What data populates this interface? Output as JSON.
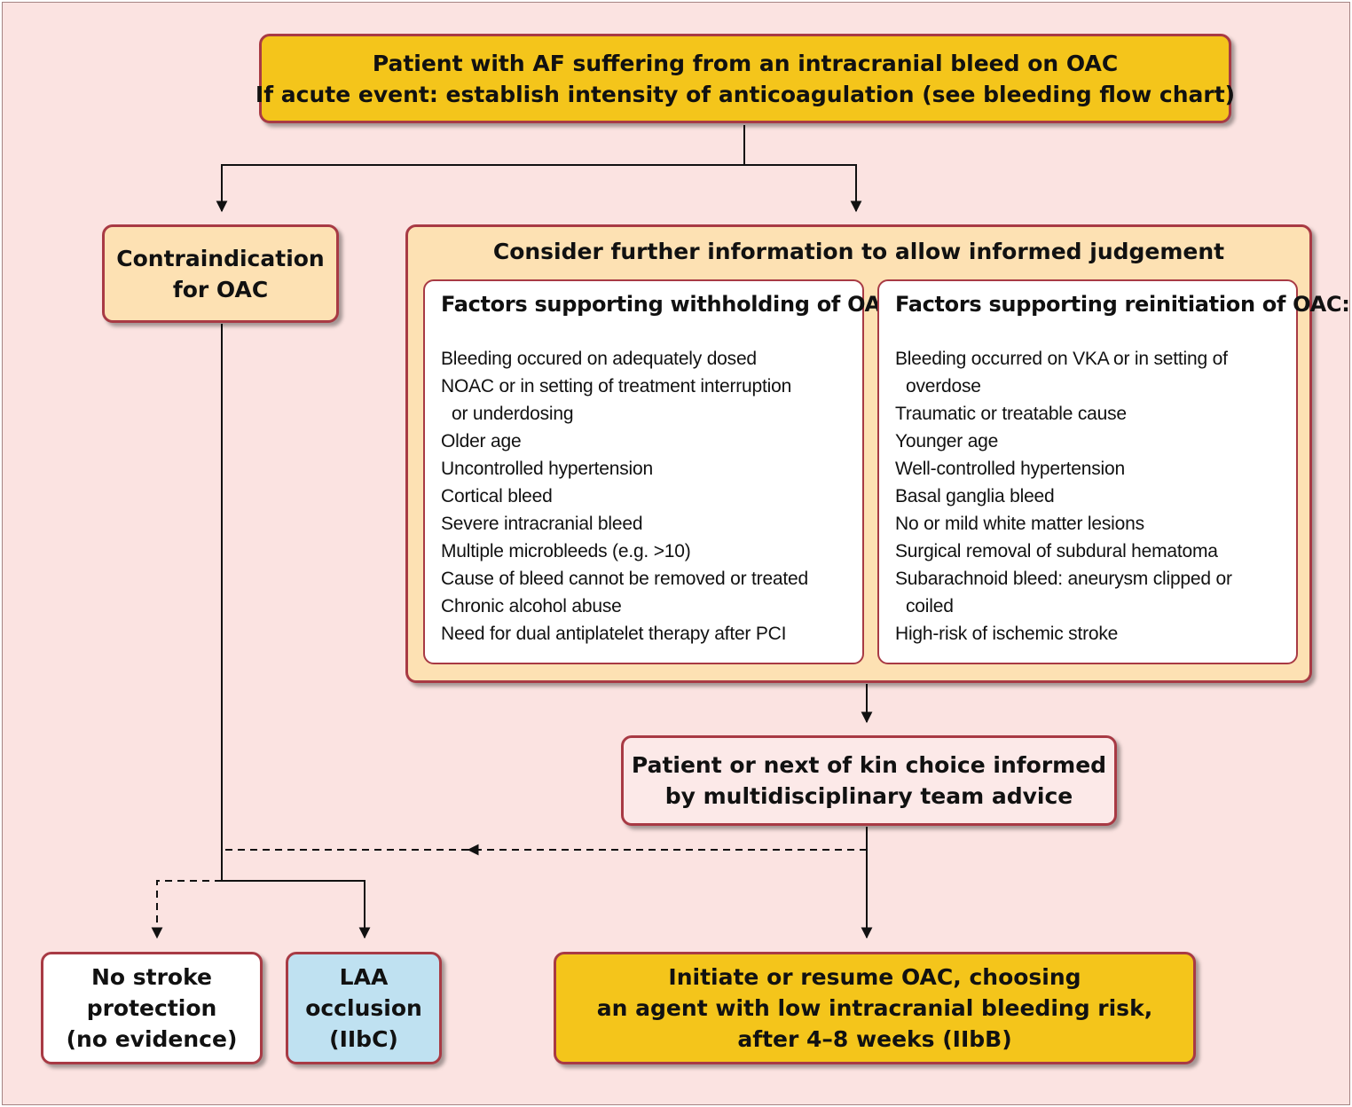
{
  "flow": {
    "top": {
      "line1": "Patient with AF suffering from an intracranial bleed on OAC",
      "line2": "If acute event: establish intensity of anticoagulation (see bleeding flow chart)"
    },
    "contraindication": {
      "line1": "Contraindication",
      "line2": "for OAC"
    },
    "consider": {
      "title": "Consider further information to allow informed judgement",
      "withholding": {
        "heading": "Factors supporting withholding of OAC:",
        "items": [
          "Bleeding occured on adequately dosed",
          "NOAC or in setting of treatment interruption",
          "or underdosing",
          "Older age",
          "Uncontrolled hypertension",
          "Cortical bleed",
          "Severe intracranial bleed",
          "Multiple microbleeds (e.g. >10)",
          "Cause of bleed cannot be removed or treated",
          "Chronic alcohol abuse",
          "Need for dual antiplatelet therapy after PCI"
        ]
      },
      "reinitiation": {
        "heading": "Factors supporting reinitiation of OAC:",
        "items": [
          "Bleeding occurred on VKA or in setting of",
          "overdose",
          "Traumatic or treatable cause",
          "Younger age",
          "Well-controlled hypertension",
          "Basal ganglia bleed",
          "No or mild white matter lesions",
          "Surgical removal of subdural hematoma",
          "Subarachnoid bleed: aneurysm clipped or",
          "coiled",
          "High-risk of ischemic stroke"
        ]
      }
    },
    "choice": {
      "line1": "Patient or next of kin choice informed",
      "line2": "by multidisciplinary team advice"
    },
    "no_stroke": {
      "line1": "No stroke",
      "line2": "protection",
      "line3": "(no evidence)"
    },
    "laa": {
      "line1": "LAA",
      "line2": "occlusion",
      "line3": "(IIbC)"
    },
    "initiate": {
      "line1": "Initiate or resume OAC, choosing",
      "line2": "an agent with low intracranial bleeding risk,",
      "line3": "after 4–8 weeks (IIbB)"
    }
  },
  "colors": {
    "background": "#fbe3e1",
    "border": "#a83a44",
    "yellow": "#f4c51b",
    "peach": "#fde1b3",
    "pink": "#fce9e8",
    "blue": "#bfe1f1"
  }
}
